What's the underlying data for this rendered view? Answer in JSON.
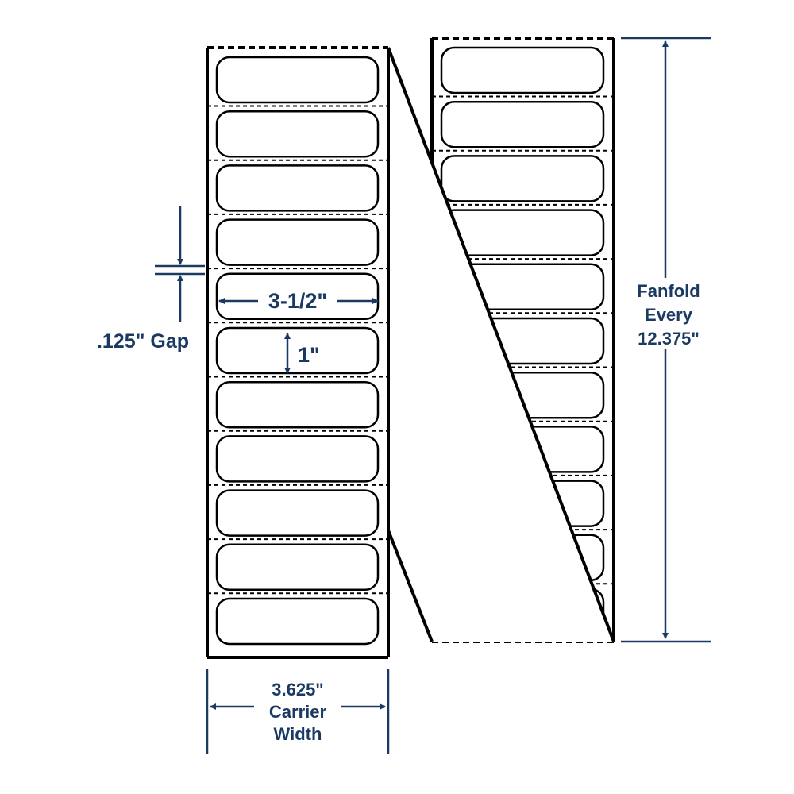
{
  "colors": {
    "dimension": "#1b3a63",
    "outline": "#000000"
  },
  "left_strip": {
    "label_count": 11
  },
  "right_strip": {
    "label_count": 11
  },
  "dimensions": {
    "label_width": "3-1/2\"",
    "label_height": "1\"",
    "gap": ".125\" Gap",
    "carrier_width": [
      "3.625\"",
      "Carrier",
      "Width"
    ],
    "fanfold": [
      "Fanfold",
      "Every",
      "12.375\""
    ]
  }
}
